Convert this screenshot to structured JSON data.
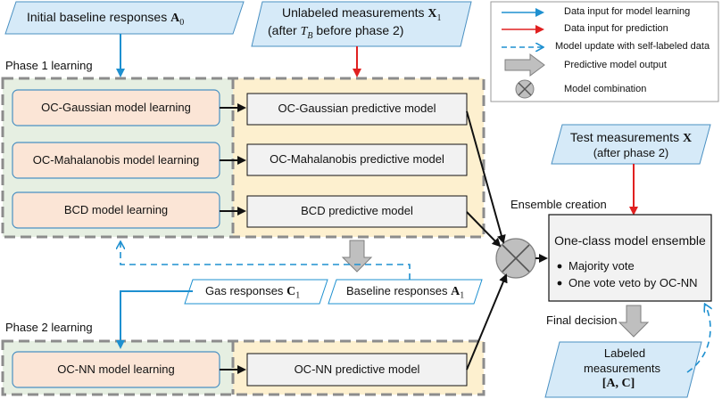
{
  "inputs": {
    "baseline_text": "Initial baseline responses",
    "baseline_sym": "A",
    "baseline_sub": "0",
    "unlabeled_line1": "Unlabeled measurements",
    "unlabeled_sym": "X",
    "unlabeled_sub": "1",
    "unlabeled_line2_pre": "(after",
    "unlabeled_tb": "T",
    "unlabeled_tb_sub": "B",
    "unlabeled_line2_post": "before phase 2)",
    "test_line1": "Test measurements",
    "test_sym": "X",
    "test_line2": "(after phase 2)"
  },
  "legend": {
    "items": [
      {
        "label": "Data input for model learning",
        "color": "#1e90d0"
      },
      {
        "label": "Data input for prediction",
        "color": "#e02020"
      },
      {
        "label": "Model update with self-labeled data",
        "color": "#1e90d0"
      },
      {
        "label": "Predictive model output",
        "color": "#a6a6a6"
      },
      {
        "label": "Model combination",
        "color": "#a6a6a6"
      }
    ]
  },
  "phase1": {
    "title": "Phase 1 learning",
    "learning": [
      "OC-Gaussian model learning",
      "OC-Mahalanobis model learning",
      "BCD model learning"
    ],
    "predictive": [
      "OC-Gaussian predictive model",
      "OC-Mahalanobis predictive model",
      "BCD predictive model"
    ]
  },
  "self_labeled": {
    "gas_text": "Gas responses",
    "gas_sym": "C",
    "gas_sub": "1",
    "baseline_text": "Baseline responses",
    "baseline_sym": "A",
    "baseline_sub": "1"
  },
  "phase2": {
    "title": "Phase 2 learning",
    "learning": "OC-NN model learning",
    "predictive": "OC-NN predictive model"
  },
  "ensemble": {
    "caption": "Ensemble  creation",
    "title": "One-class model ensemble",
    "bullets": [
      "Majority vote",
      "One vote veto by OC-NN"
    ]
  },
  "output": {
    "final_decision": "Final decision",
    "labeled_line1": "Labeled",
    "labeled_line2": "measurements",
    "labeled_sym": "[A, C]"
  },
  "colors": {
    "blue_fill": "#d6eaf8",
    "learning_fill": "#fbe5d6",
    "predict_fill": "#f2f2f2",
    "green_region": "#e6efe2",
    "yellow_region": "#fdf0cf",
    "blue_arrow": "#1e90d0",
    "red_arrow": "#e02020",
    "dashed_border": "#8c8c8c"
  }
}
